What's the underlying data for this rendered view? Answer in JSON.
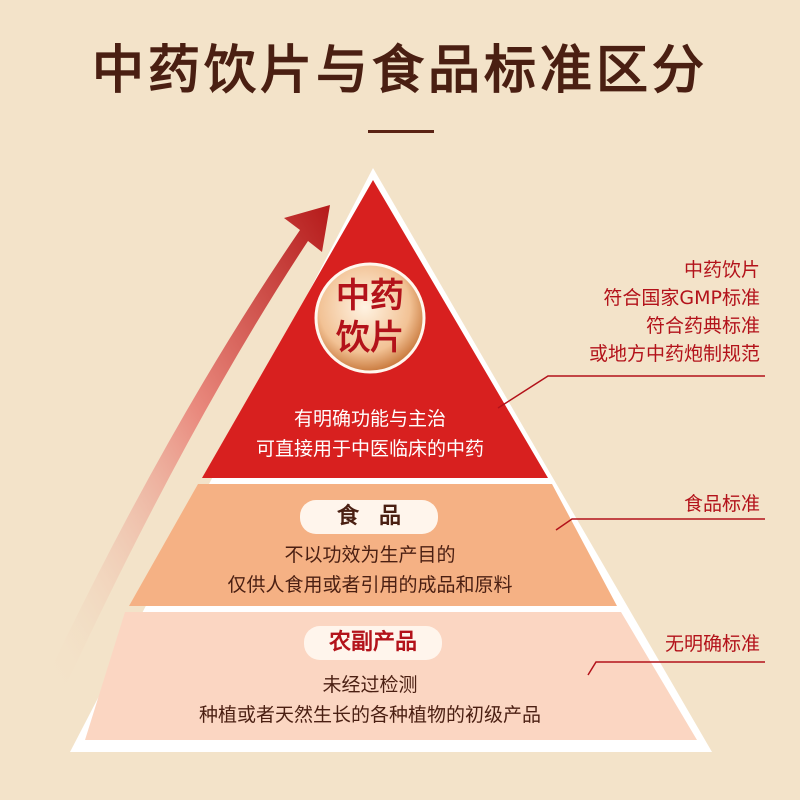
{
  "title": "中药饮片与食品标准区分",
  "colors": {
    "background": "#f3e3c9",
    "title": "#4a1f12",
    "tier_top": "#d8201f",
    "tier_mid": "#f5b184",
    "tier_bottom": "#fbd6c2",
    "accent_red": "#b3121a"
  },
  "tiers": [
    {
      "badge": "中药饮片",
      "desc": [
        "有明确功能与主治",
        "可直接用于中医临床的中药"
      ],
      "standard": [
        "中药饮片",
        "符合国家GMP标准",
        "符合药典标准",
        "或地方中药炮制规范"
      ]
    },
    {
      "badge": "食品",
      "desc": [
        "不以功效为生产目的",
        "仅供人食用或者引用的成品和原料"
      ],
      "standard": [
        "食品标准"
      ]
    },
    {
      "badge": "农副产品",
      "desc": [
        "未经过检测",
        "种植或者天然生长的各种植物的初级产品"
      ],
      "standard": [
        "无明确标准"
      ]
    }
  ]
}
